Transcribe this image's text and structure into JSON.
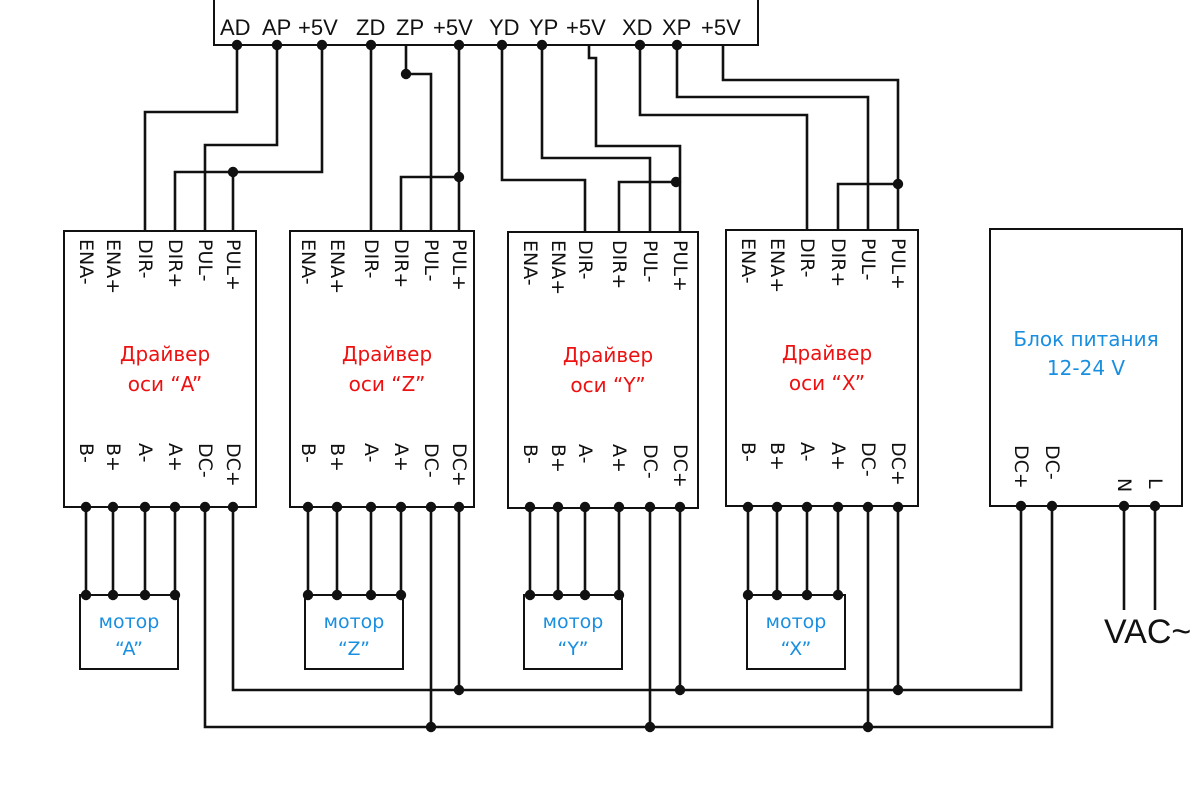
{
  "controller": {
    "pins": [
      "AD",
      "AP",
      "+5V",
      "ZD",
      "ZP",
      "+5V",
      "YD",
      "YP",
      "+5V",
      "XD",
      "XP",
      "+5V"
    ]
  },
  "driver_pins_top": [
    "ENA-",
    "ENA+",
    "DIR-",
    "DIR+",
    "PUL-",
    "PUL+"
  ],
  "driver_pins_bottom": [
    "B-",
    "B+",
    "A-",
    "A+",
    "DC-",
    "DC+"
  ],
  "drivers": [
    {
      "id": "a",
      "line1": "Драйвер",
      "line2": "оси “A”"
    },
    {
      "id": "z",
      "line1": "Драйвер",
      "line2": "оси “Z”"
    },
    {
      "id": "y",
      "line1": "Драйвер",
      "line2": "оси “Y”"
    },
    {
      "id": "x",
      "line1": "Драйвер",
      "line2": "оси “X”"
    }
  ],
  "motors": [
    {
      "id": "a",
      "line1": "мотор",
      "line2": "“A”"
    },
    {
      "id": "z",
      "line1": "мотор",
      "line2": "“Z”"
    },
    {
      "id": "y",
      "line1": "мотор",
      "line2": "“Y”"
    },
    {
      "id": "x",
      "line1": "мотор",
      "line2": "“X”"
    }
  ],
  "power_supply": {
    "line1": "Блок питания",
    "line2": "12-24 V",
    "pins": [
      "DC+",
      "DC-",
      "N",
      "L"
    ]
  },
  "vac_label": "VAC~",
  "colors": {
    "driver_label": "#ee1111",
    "motor_label": "#1a8fe0",
    "power_label": "#1a8fe0",
    "line": "#111111"
  }
}
